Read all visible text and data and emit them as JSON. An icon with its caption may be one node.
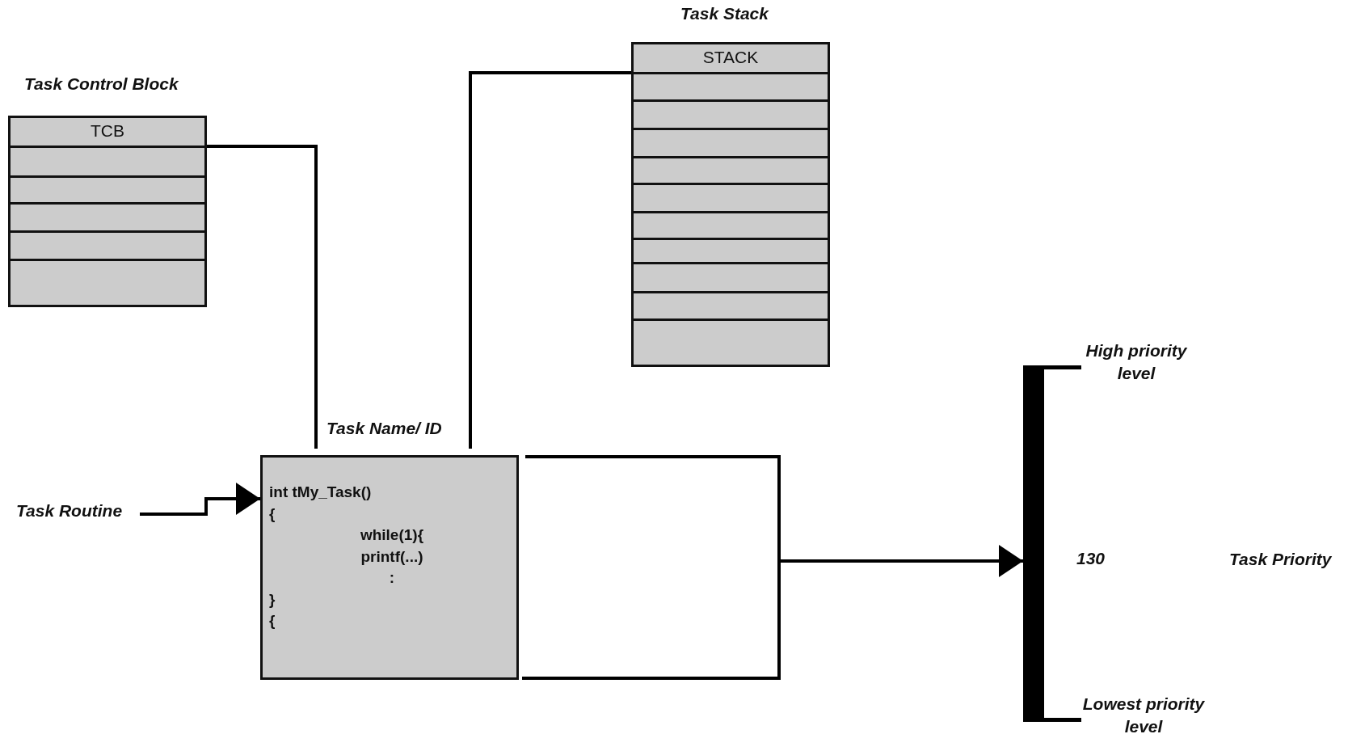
{
  "diagram": {
    "nodes": [
      {
        "text": [
          "Task Control Block",
          "TCB"
        ]
      },
      {
        "text": [
          "Task Stack",
          "STACK"
        ]
      },
      {
        "text": [
          "Task Routine"
        ]
      },
      {
        "text": [
          "Task Name/ ID",
          "int tMy_Task()",
          "{",
          "while(**1**){",
          "printf(...)",
          ":",
          "}",
          "{"
        ]
      },
      {
        "text": [],
        "shape": "bar",
        "beside": [
          "High priority level",
          "130",
          "Lowest priority level"
        ]
      }
    ],
    "edges": [
      {
        "from": 0,
        "to": 3,
        "arrow": "none"
      },
      {
        "from": 1,
        "to": 3,
        "arrow": "none"
      },
      {
        "from": 2,
        "to": 3,
        "arrow": "to"
      },
      {
        "from": 3,
        "to": 4,
        "arrow": "to"
      }
    ],
    "labels": [
      "Task Priority"
    ]
  }
}
